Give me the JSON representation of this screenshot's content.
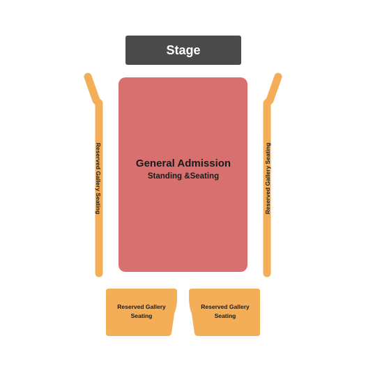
{
  "colors": {
    "stage": "#4a4a4a",
    "general_admission": "#d7706e",
    "reserved_gallery": "#f4ae57",
    "stage_text": "#ffffff",
    "section_text": "#1a1a1a"
  },
  "stage": {
    "label": "Stage"
  },
  "general_admission": {
    "title": "General Admission",
    "subtitle": "Standing &Seating"
  },
  "reserved_gallery_left": {
    "label": "Reserved Gallery Seating"
  },
  "reserved_gallery_right": {
    "label": "Reserved Gallery Seating"
  },
  "reserved_gallery_bottom_left": {
    "line1": "Reserved Gallery",
    "line2": "Seating"
  },
  "reserved_gallery_bottom_right": {
    "line1": "Reserved Gallery",
    "line2": "Seating"
  }
}
